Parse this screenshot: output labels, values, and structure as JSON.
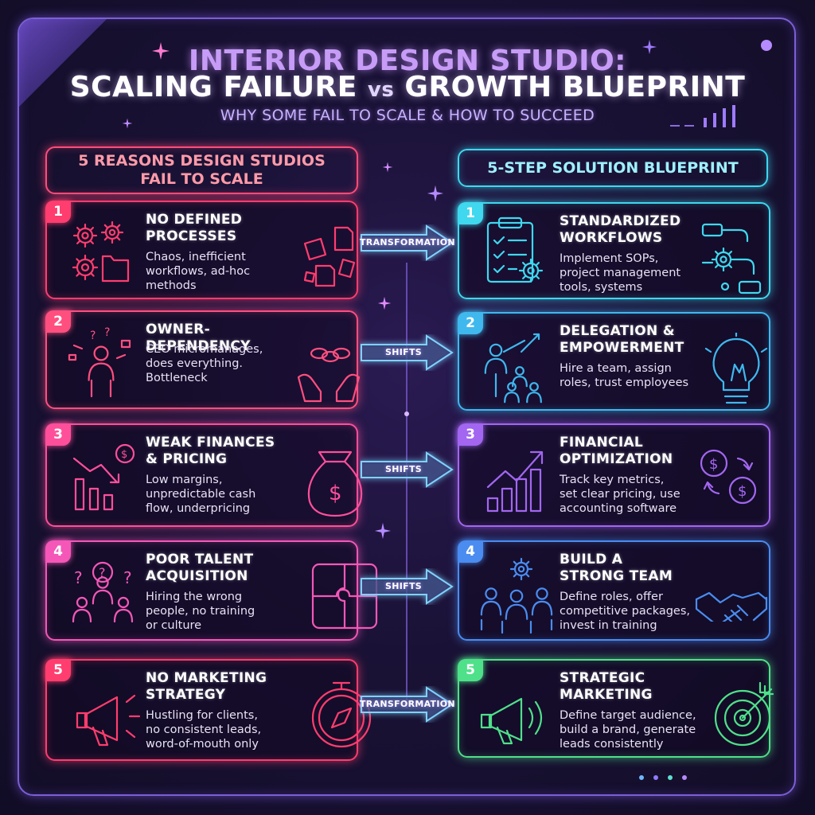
{
  "title": {
    "line1": "INTERIOR DESIGN STUDIO:",
    "line2_part1": "SCALING FAILURE",
    "line2_vs": "vs",
    "line2_part2": "GROWTH BLUEPRINT",
    "subtitle": "WHY SOME FAIL TO SCALE & HOW TO SUCCEED"
  },
  "left_header": {
    "line1": "5 REASONS DESIGN STUDIOS",
    "line2": "FAIL TO SCALE"
  },
  "right_header": {
    "label": "5-STEP SOLUTION BLUEPRINT"
  },
  "colors": {
    "left": [
      "#ff3d6e",
      "#ff4f7f",
      "#ff4f9a",
      "#f457b8",
      "#ff3d6e"
    ],
    "right": [
      "#3fd8ee",
      "#3fb8ee",
      "#a266f0",
      "#4a8cf0",
      "#4fe08a"
    ],
    "right_header": "#3fd8ee",
    "left_header": "#ff4d7a",
    "arrow": "#7fd2ff"
  },
  "left": [
    {
      "num": "1",
      "title_l1": "NO DEFINED",
      "title_l2": "PROCESSES",
      "desc_l1": "Chaos, inefficient",
      "desc_l2": "workflows, ad-hoc",
      "desc_l3": "methods",
      "icon_left": "gears-folder-icon",
      "icon_right": "scattered-papers-icon"
    },
    {
      "num": "2",
      "title_l1": "OWNER-DEPENDENCY",
      "title_l2": "",
      "desc_l1": "CEO micromanages,",
      "desc_l2": "does everything.",
      "desc_l3": "Bottleneck",
      "icon_left": "juggling-person-icon",
      "icon_right": "chained-hands-icon"
    },
    {
      "num": "3",
      "title_l1": "WEAK FINANCES",
      "title_l2": "& PRICING",
      "desc_l1": "Low margins,",
      "desc_l2": "unpredictable cash",
      "desc_l3": "flow, underpricing",
      "icon_left": "declining-chart-icon",
      "icon_right": "money-bag-icon"
    },
    {
      "num": "4",
      "title_l1": "POOR TALENT",
      "title_l2": "ACQUISITION",
      "desc_l1": "Hiring the wrong",
      "desc_l2": "people, no training",
      "desc_l3": "or culture",
      "icon_left": "confused-people-icon",
      "icon_right": "puzzle-icon"
    },
    {
      "num": "5",
      "title_l1": "NO MARKETING",
      "title_l2": "STRATEGY",
      "desc_l1": "Hustling for clients,",
      "desc_l2": "no consistent leads,",
      "desc_l3": "word-of-mouth only",
      "icon_left": "megaphone-icon",
      "icon_right": "compass-icon"
    }
  ],
  "right": [
    {
      "num": "1",
      "title_l1": "STANDARDIZED",
      "title_l2": "WORKFLOWS",
      "desc_l1": "Implement SOPs,",
      "desc_l2": "project management",
      "desc_l3": "tools, systems",
      "icon_left": "checklist-clipboard-icon",
      "icon_right": "workflow-diagram-icon"
    },
    {
      "num": "2",
      "title_l1": "DELEGATION &",
      "title_l2": "EMPOWERMENT",
      "desc_l1": "Hire a team, assign",
      "desc_l2": "roles, trust employees",
      "desc_l3": "",
      "icon_left": "presenter-team-icon",
      "icon_right": "lightbulb-icon"
    },
    {
      "num": "3",
      "title_l1": "FINANCIAL",
      "title_l2": "OPTIMIZATION",
      "desc_l1": "Track key metrics,",
      "desc_l2": "set clear pricing, use",
      "desc_l3": "accounting software",
      "icon_left": "growth-chart-icon",
      "icon_right": "coins-exchange-icon"
    },
    {
      "num": "4",
      "title_l1": "BUILD A",
      "title_l2": "STRONG TEAM",
      "desc_l1": "Define roles, offer",
      "desc_l2": "competitive packages,",
      "desc_l3": "invest in training",
      "icon_left": "team-gear-icon",
      "icon_right": "handshake-icon"
    },
    {
      "num": "5",
      "title_l1": "STRATEGIC",
      "title_l2": "MARKETING",
      "desc_l1": "Define target audience,",
      "desc_l2": "build a brand, generate",
      "desc_l3": "leads consistently",
      "icon_left": "megaphone-sound-icon",
      "icon_right": "target-dart-icon"
    }
  ],
  "arrows": [
    "TRANSFORMATION",
    "SHIFTS",
    "SHIFTS",
    "SHIFTS",
    "TRANSFORMATION"
  ]
}
